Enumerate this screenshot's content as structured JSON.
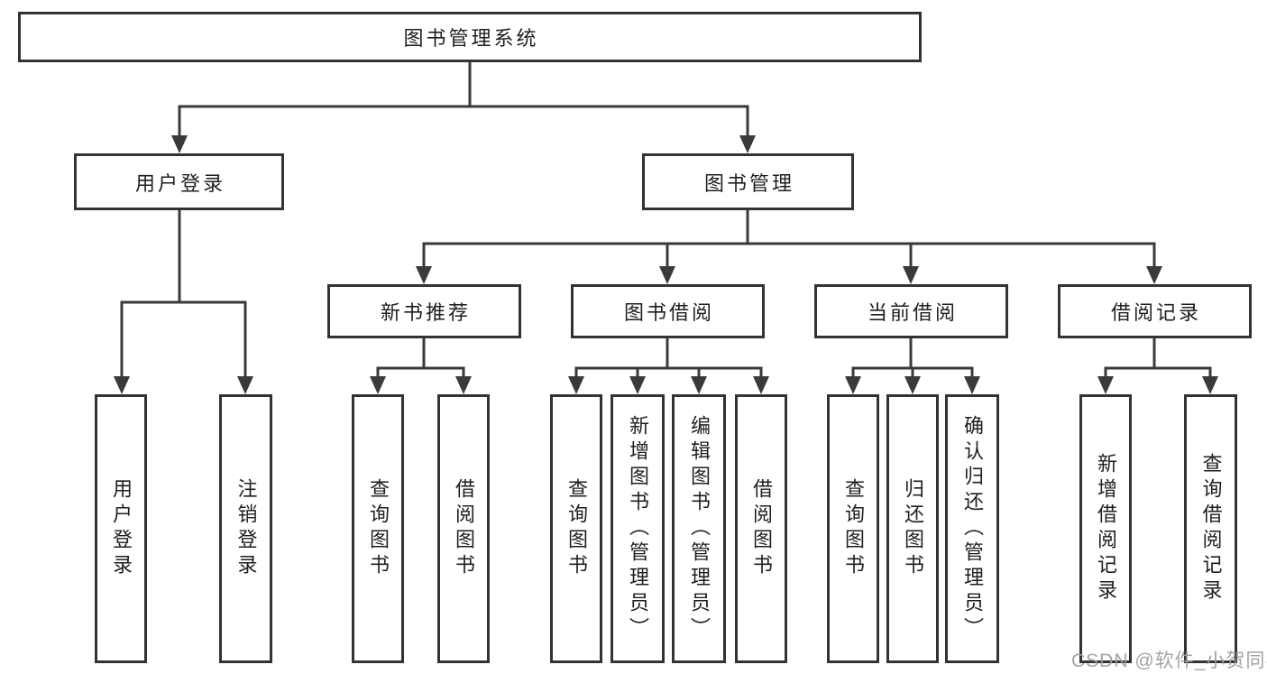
{
  "diagram": {
    "type": "hierarchy-tree",
    "colors": {
      "line": "#3a3a3a",
      "box_border": "#333333",
      "text": "#1f1f1f",
      "watermark": "#9e9e9e",
      "background": "#ffffff"
    },
    "tree": {
      "root": {
        "label": "图书管理系统",
        "children": [
          {
            "label": "用户登录",
            "children": [
              {
                "label": "用户登录"
              },
              {
                "label": "注销登录"
              }
            ]
          },
          {
            "label": "图书管理",
            "children": [
              {
                "label": "新书推荐",
                "children": [
                  {
                    "label": "查询图书"
                  },
                  {
                    "label": "借阅图书"
                  }
                ]
              },
              {
                "label": "图书借阅",
                "children": [
                  {
                    "label": "查询图书"
                  },
                  {
                    "label": "新增图书（管理员）"
                  },
                  {
                    "label": "编辑图书（管理员）"
                  },
                  {
                    "label": "借阅图书"
                  }
                ]
              },
              {
                "label": "当前借阅",
                "children": [
                  {
                    "label": "查询图书"
                  },
                  {
                    "label": "归还图书"
                  },
                  {
                    "label": "确认归还（管理员）"
                  }
                ]
              },
              {
                "label": "借阅记录",
                "children": [
                  {
                    "label": "新增借阅记录"
                  },
                  {
                    "label": "查询借阅记录"
                  }
                ]
              }
            ]
          }
        ]
      }
    },
    "watermark": {
      "text": "CSDN @软件_小贺同学"
    }
  }
}
